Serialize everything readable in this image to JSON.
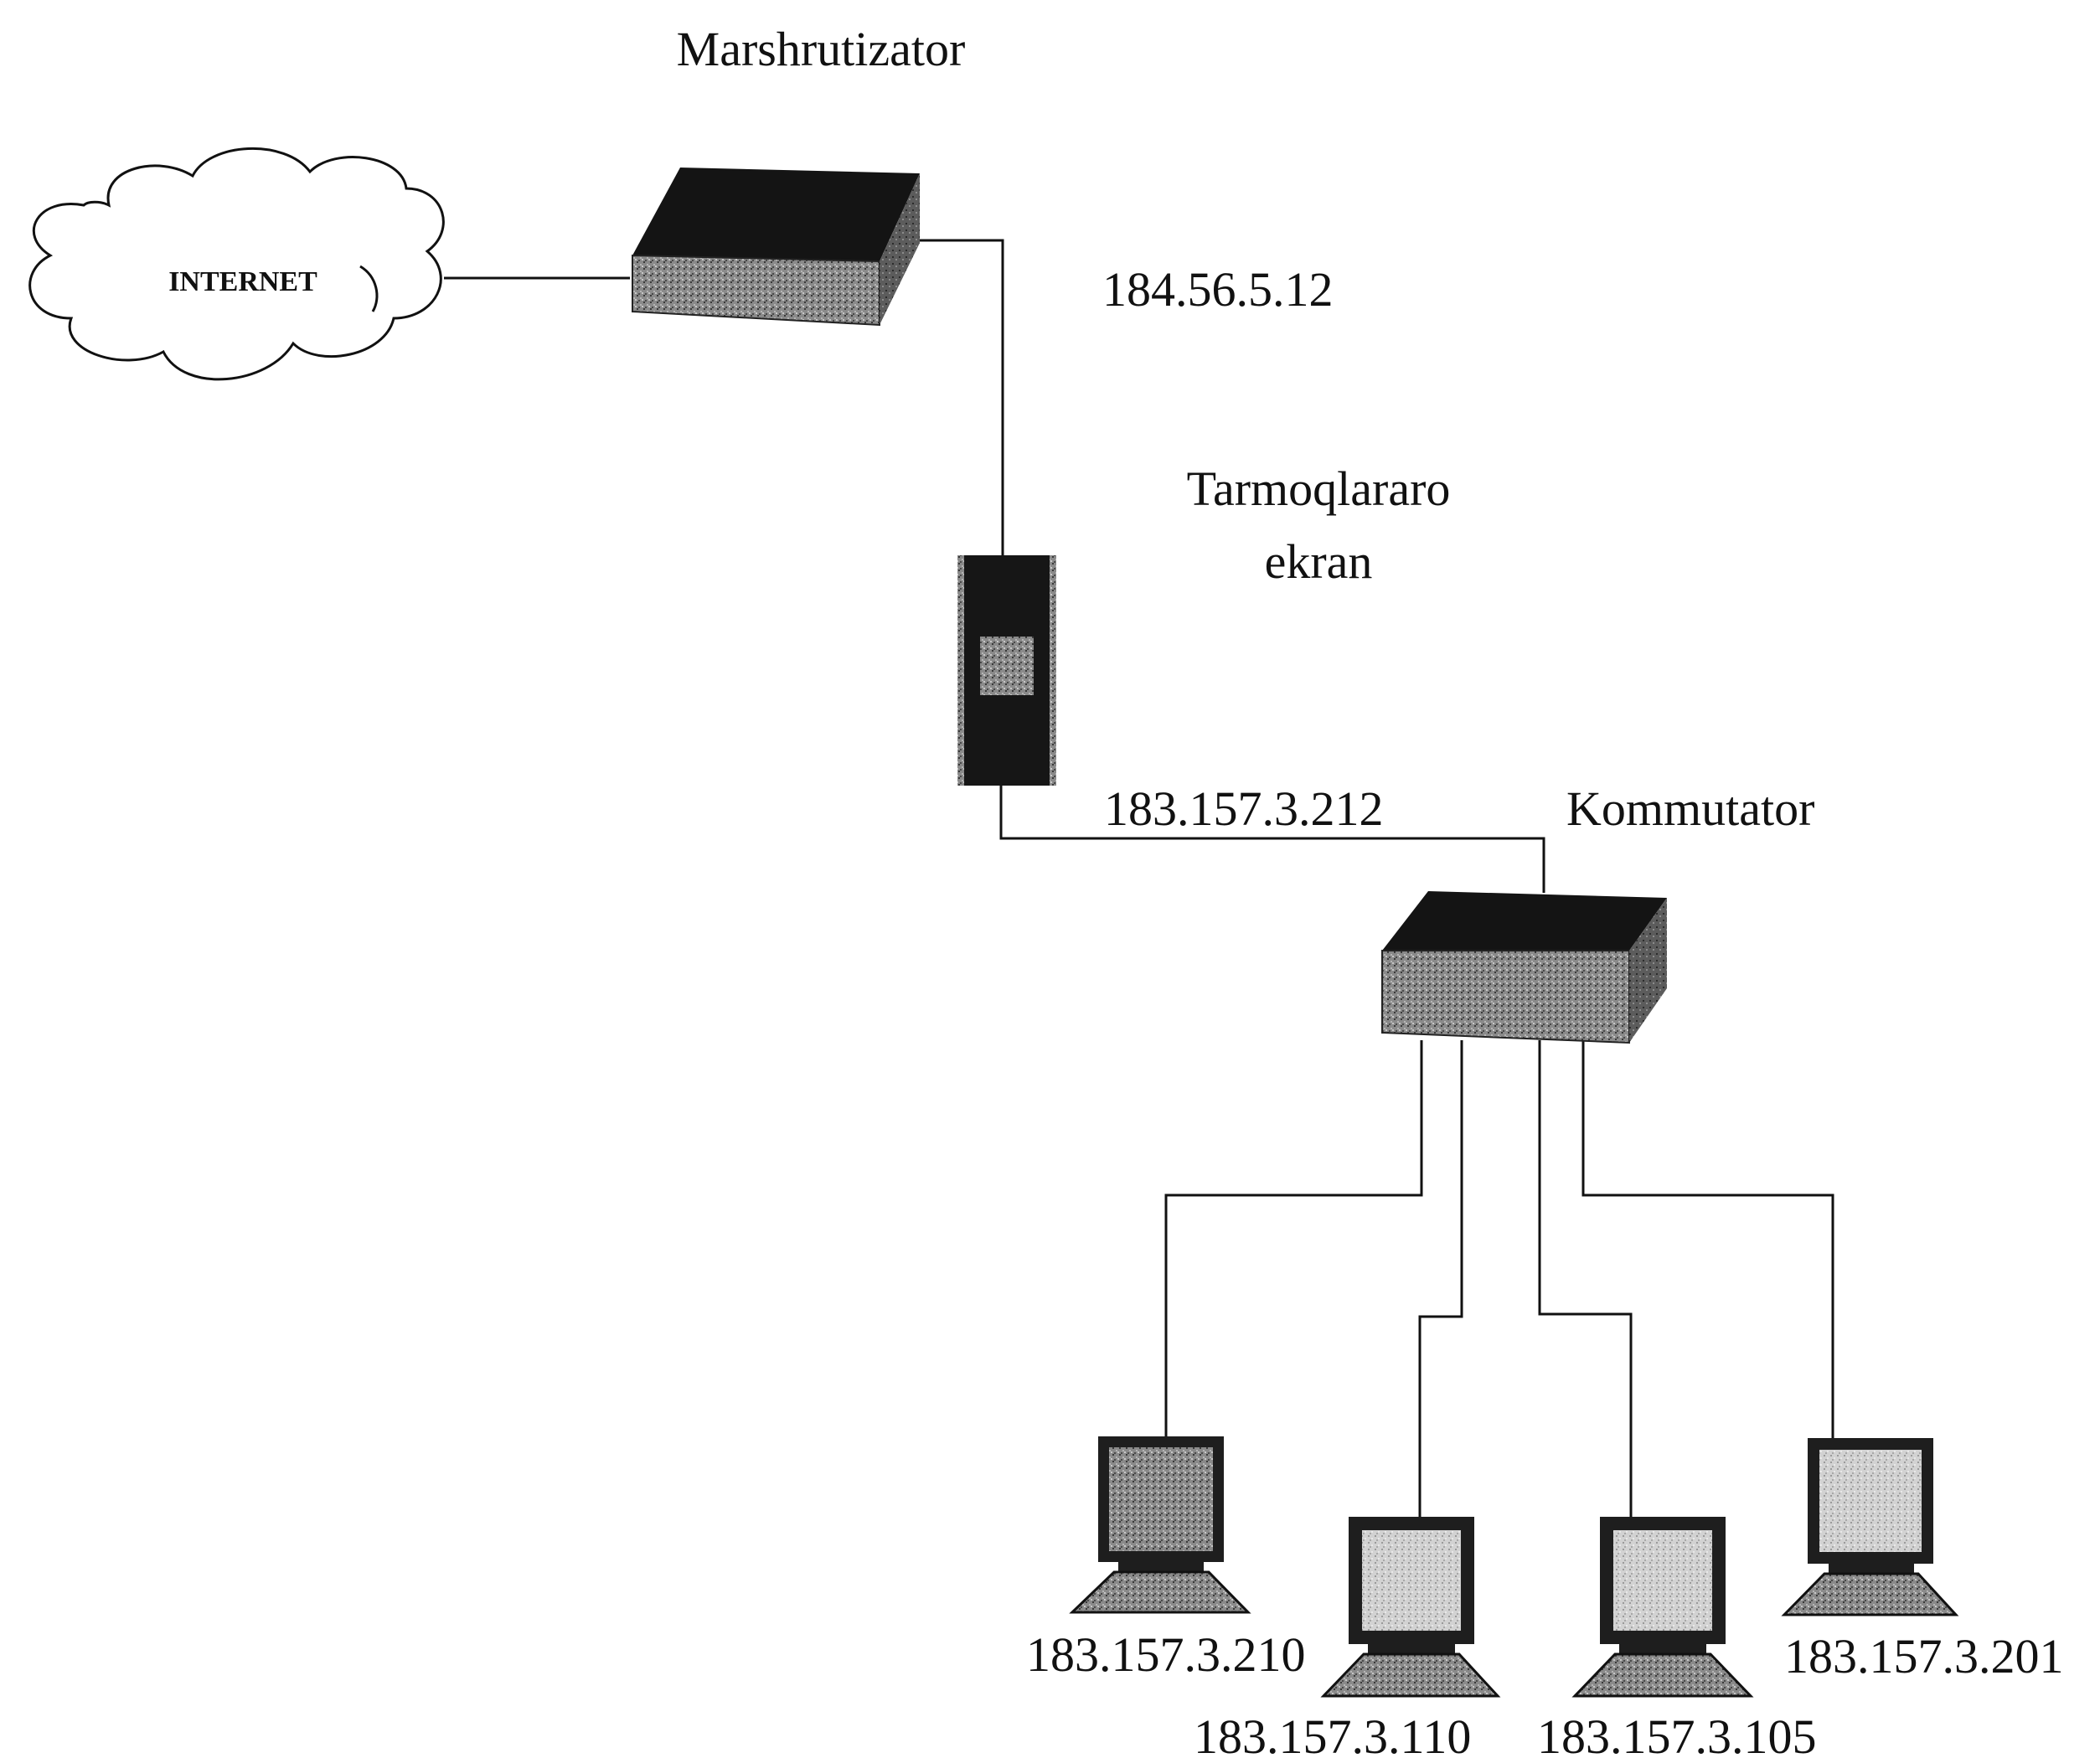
{
  "colors": {
    "ink": "#111111",
    "device_top": "#161616",
    "device_front": "#7a7a7a",
    "screen_light": "#cfcfcf",
    "screen_dark": "#5a5a5a"
  },
  "cloud": {
    "label": "INTERNET"
  },
  "router": {
    "label": "Marshrutizator",
    "ip": "184.56.5.12"
  },
  "firewall": {
    "label_line1": "Tarmoqlararo",
    "label_line2": "ekran"
  },
  "switch": {
    "label": "Kommutator",
    "ip": "183.157.3.212"
  },
  "computers": [
    {
      "ip": "183.157.3.210",
      "icon": "computer-icon"
    },
    {
      "ip": "183.157.3.110",
      "icon": "computer-icon"
    },
    {
      "ip": "183.157.3.105",
      "icon": "computer-icon"
    },
    {
      "ip": "183.157.3.201",
      "icon": "computer-icon"
    }
  ]
}
